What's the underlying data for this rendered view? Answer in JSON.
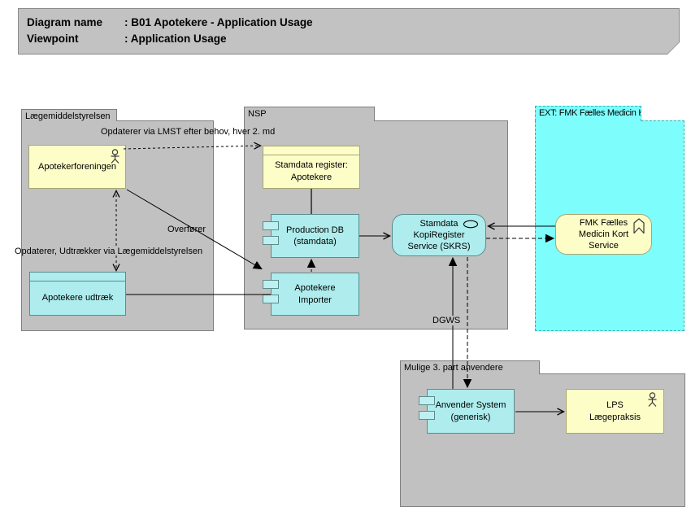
{
  "title_block": {
    "rows": [
      {
        "label": "Diagram name",
        "sep": ":",
        "value": "B01 Apotekere - Application Usage"
      },
      {
        "label": "Viewpoint",
        "sep": ":",
        "value": "Application Usage"
      }
    ]
  },
  "groups": {
    "laegemiddelstyrelsen": {
      "label": "Lægemiddelstyrelsen"
    },
    "nsp": {
      "label": "NSP"
    },
    "ext_fmk": {
      "label": "EXT: FMK Fælles Medicin Kort"
    },
    "mulige_3_part": {
      "label": "Mulige 3. part anvendere"
    }
  },
  "nodes": {
    "apotekerforeningen": {
      "label": "Apotekerforeningen",
      "type": "business-actor"
    },
    "stamdata_register": {
      "label": "Stamdata register:\nApotekere",
      "type": "data-object"
    },
    "production_db": {
      "label": "Production DB\n(stamdata)",
      "type": "application-component"
    },
    "apotekere_importer": {
      "label": "Apotekere\nImporter",
      "type": "application-component"
    },
    "skrs": {
      "label": "Stamdata\nKopiRegister\nService (SKRS)",
      "type": "application-service"
    },
    "fmk_service": {
      "label": "FMK Fælles\nMedicin Kort\nService",
      "type": "business-function"
    },
    "apotekere_udtraek": {
      "label": "Apotekere udtræk",
      "type": "data-object"
    },
    "anvender_system": {
      "label": "Anvender System\n(generisk)",
      "type": "application-component"
    },
    "lps_laegepraksis": {
      "label": "LPS\nLægepraksis",
      "type": "business-actor"
    }
  },
  "edge_labels": {
    "lmst": "Opdaterer via LMST efter behov, hver 2. md",
    "udtraekker": "Opdaterer, Udtrækker via Lægemiddelstyrelsen",
    "overfoerer": "Overfører",
    "dgws": "DGWS"
  },
  "colors": {
    "group_gray": "#c1c1c1",
    "border_gray": "#7f7f7f",
    "business_yellow": "#fdfdc8",
    "application_cyan": "#aeeced",
    "external_cyan": "#7efdfd",
    "line_black": "#000000"
  }
}
